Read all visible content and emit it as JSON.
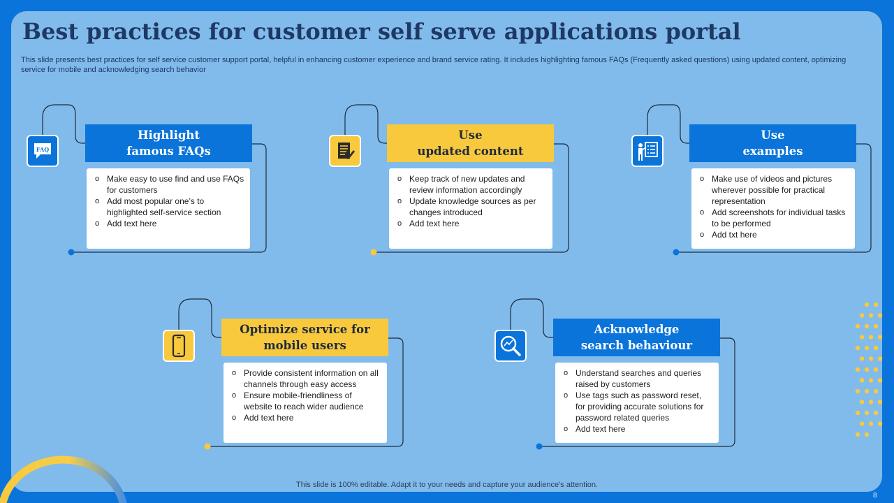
{
  "slide": {
    "title": "Best practices for customer self  serve applications portal",
    "subtitle": "This slide presents best practices for self service customer support portal, helpful in enhancing customer experience and brand service rating. It includes highlighting famous FAQs (Frequently asked questions) using updated content, optimizing service for mobile and acknowledging search behavior",
    "footer": "This slide is 100% editable. Adapt it to your needs and capture your audience's attention.",
    "page_number": "8"
  },
  "colors": {
    "frame": "#0A74DA",
    "panel": "#80BBEB",
    "blue": "#0A74DA",
    "yellow": "#F8C93D",
    "navy": "#1F3864"
  },
  "cards": [
    {
      "icon": "faq-chat-icon",
      "icon_text": "FAQ",
      "color": "blue",
      "title_line1": "Highlight",
      "title_line2": "famous FAQs",
      "bullets": [
        "Make easy to use find and use FAQs for customers",
        "Add most popular one’s to highlighted self-service  section",
        "Add text here"
      ]
    },
    {
      "icon": "document-edit-icon",
      "color": "yellow",
      "title_line1": "Use",
      "title_line2": "updated content",
      "bullets": [
        "Keep track of new updates and review  information  accordingly",
        "Update  knowledge  sources  as per changes introduced",
        "Add text here"
      ]
    },
    {
      "icon": "presentation-board-icon",
      "color": "blue",
      "title_line1": "Use",
      "title_line2": "examples",
      "bullets": [
        "Make use of videos and pictures wherever  possible for practical representation",
        "Add screenshots for individual tasks to be performed",
        "Add txt here"
      ]
    },
    {
      "icon": "mobile-phone-icon",
      "color": "yellow",
      "title_line1": "Optimize service for",
      "title_line2": "mobile users",
      "bullets": [
        "Provide  consistent information  on all channels through easy access",
        "Ensure  mobile-friendliness  of website to reach wider audience",
        "Add text here"
      ]
    },
    {
      "icon": "search-analytics-icon",
      "color": "blue",
      "title_line1": "Acknowledge",
      "title_line2": "search behaviour",
      "bullets": [
        "Understand searches and queries raised by customers",
        "Use tags such as password reset, for providing  accurate solutions for password related queries",
        "Add text here"
      ]
    }
  ]
}
